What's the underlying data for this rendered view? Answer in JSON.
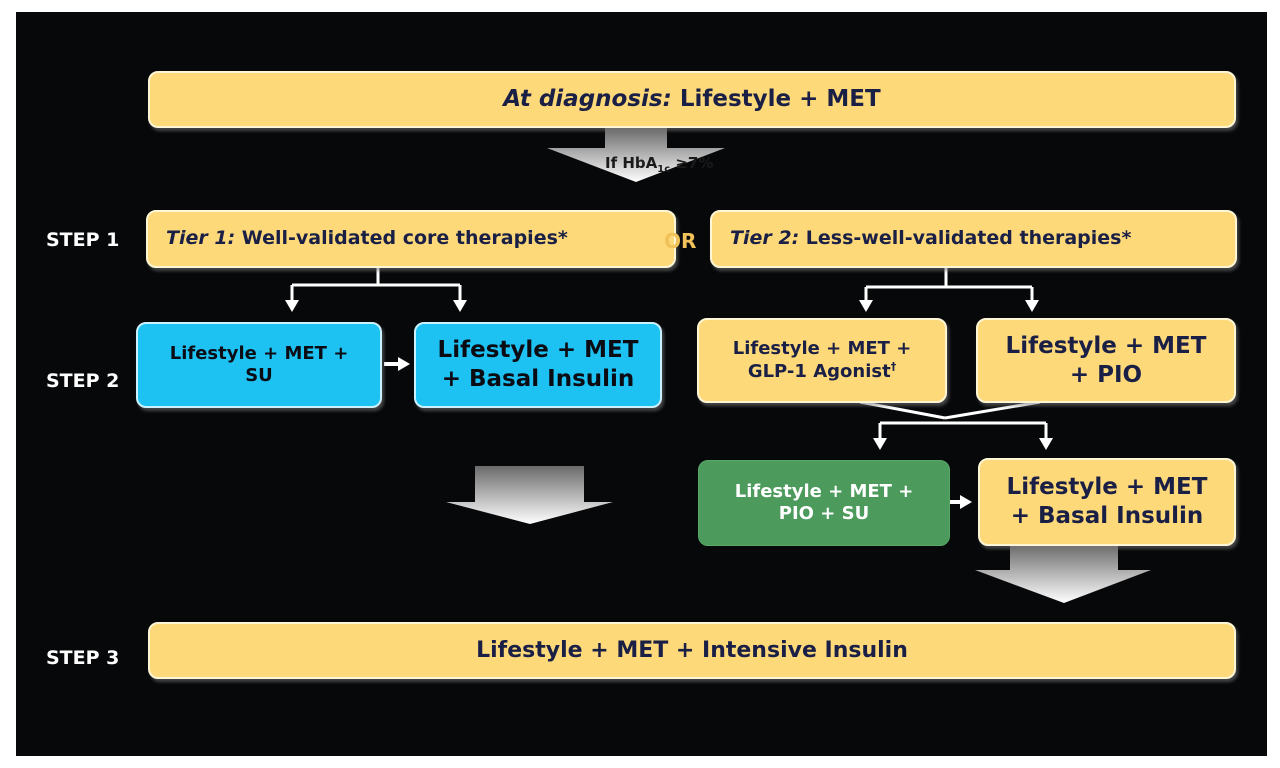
{
  "diagram": {
    "title_box": {
      "prefix": "At diagnosis:",
      "text": "Lifestyle + MET"
    },
    "condition": {
      "pre": "If HbA",
      "sub": "1c",
      "post": " ≥7%"
    },
    "steps": {
      "step1": "STEP 1",
      "step2": "STEP 2",
      "step3": "STEP 3"
    },
    "or_label": "OR",
    "tier1": {
      "prefix": "Tier 1:",
      "text": "Well-validated core therapies*"
    },
    "tier2": {
      "prefix": "Tier 2:",
      "text": "Less-well-validated therapies*"
    },
    "tier1_options": [
      {
        "line1": "Lifestyle + MET +",
        "line2": "SU"
      },
      {
        "line1": "Lifestyle + MET",
        "line2": "+ Basal Insulin"
      }
    ],
    "tier2_options": [
      {
        "line1": "Lifestyle + MET +",
        "line2": "GLP-1 Agonist",
        "sup": "†"
      },
      {
        "line1": "Lifestyle + MET",
        "line2": "+ PIO"
      }
    ],
    "tier2_next": [
      {
        "line1": "Lifestyle + MET +",
        "line2": "PIO + SU"
      },
      {
        "line1": "Lifestyle + MET",
        "line2": "+ Basal Insulin"
      }
    ],
    "step3_box": "Lifestyle + MET + Intensive Insulin",
    "colors": {
      "yellow": "#fdd97a",
      "blue": "#1ec2f2",
      "green": "#4c9a5c",
      "background": "#07080a",
      "or": "#f2c25a"
    }
  }
}
